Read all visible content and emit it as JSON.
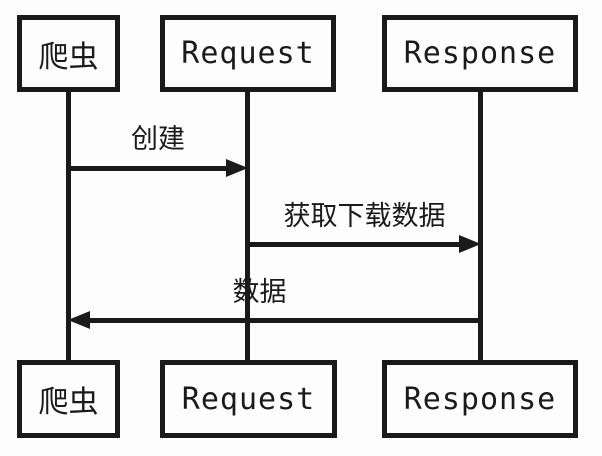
{
  "diagram": {
    "type": "sequence-diagram",
    "colors": {
      "stroke": "#1a1a1a",
      "background": "#fdfdfd"
    },
    "participants": [
      {
        "id": "crawler",
        "label": "爬虫"
      },
      {
        "id": "request",
        "label": "Request"
      },
      {
        "id": "response",
        "label": "Response"
      }
    ],
    "messages": [
      {
        "label": "创建",
        "from": "crawler",
        "to": "request",
        "direction": "right"
      },
      {
        "label": "获取下载数据",
        "from": "request",
        "to": "response",
        "direction": "right"
      },
      {
        "label": "数据",
        "from": "response",
        "to": "crawler",
        "direction": "left"
      }
    ]
  }
}
